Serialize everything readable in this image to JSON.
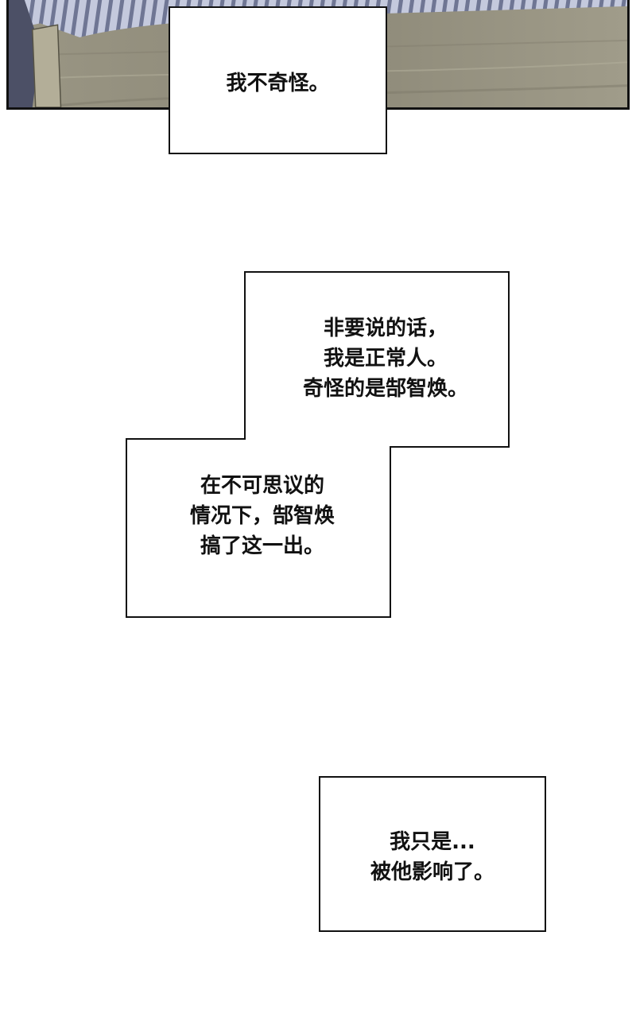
{
  "panel_top": {
    "colors": {
      "stripe_light": "#c4c9dd",
      "stripe_dark": "#6f7694",
      "wood": "#9a9684",
      "border": "#111111"
    }
  },
  "bubbles": {
    "b1": {
      "lines": [
        "我不奇怪。"
      ]
    },
    "b2": {
      "lines": [
        "非要说的话，",
        "我是正常人。",
        "奇怪的是郜智焕。"
      ]
    },
    "b3": {
      "lines": [
        "在不可思议的",
        "情况下，郜智焕",
        "搞了这一出。"
      ]
    },
    "b4": {
      "lines": [
        "我只是...",
        "被他影响了。"
      ]
    }
  }
}
